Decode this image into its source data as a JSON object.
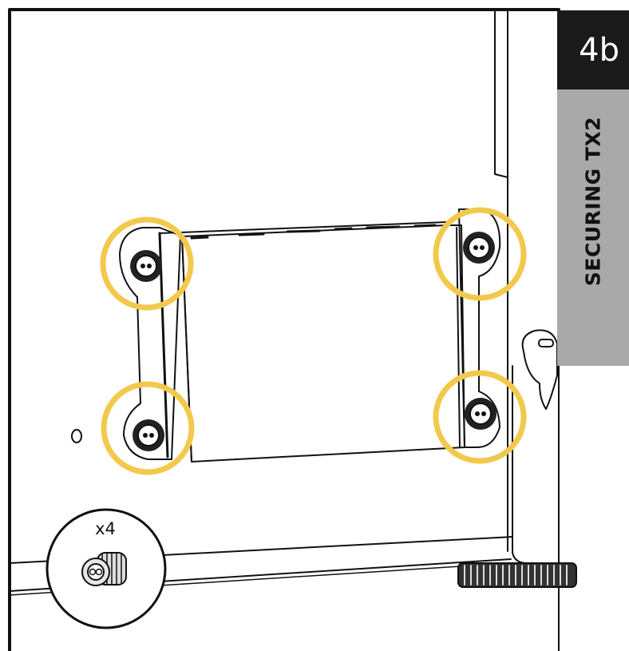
{
  "step": {
    "number": "4b",
    "title": "SECURING TX2"
  },
  "callout": {
    "quantity": "x4"
  },
  "icons": {
    "highlight_ring": "circle-highlight-icon",
    "knob": "thumbscrew-icon"
  },
  "colors": {
    "highlight": "#f2c94c",
    "step_tab_dark": "#1a1a1a",
    "step_band_gray": "#a9a9a9",
    "line": "#111111"
  }
}
